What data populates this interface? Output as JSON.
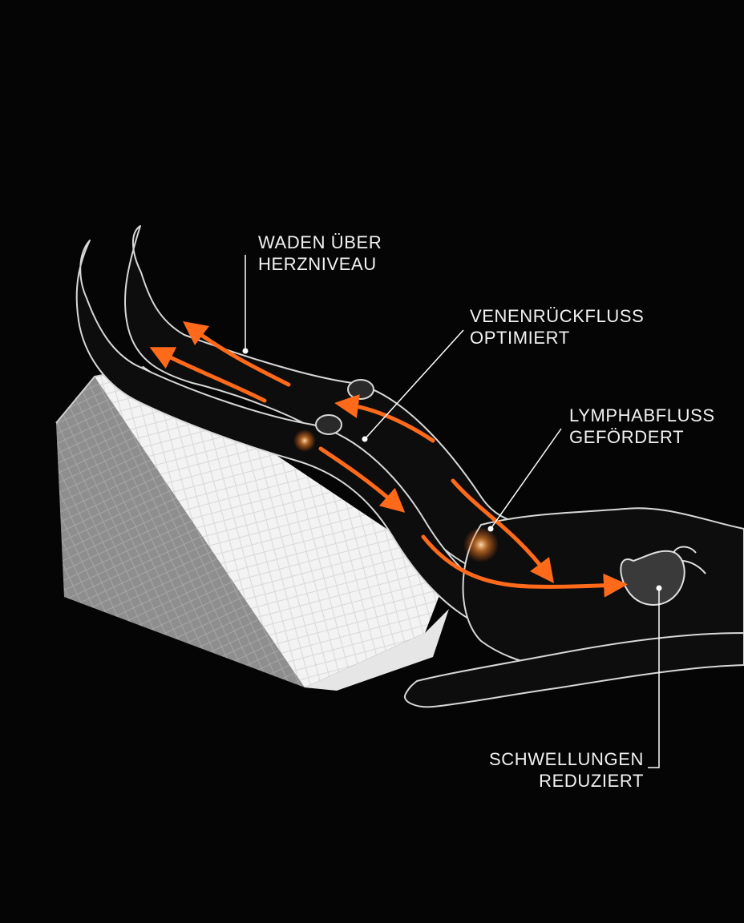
{
  "callouts": [
    {
      "id": "calves",
      "lines": [
        "WADEN ÜBER",
        "HERZNIVEAU"
      ]
    },
    {
      "id": "venous",
      "lines": [
        "VENENRÜCKFLUSS",
        "OPTIMIERT"
      ]
    },
    {
      "id": "lymph",
      "lines": [
        "LYMPHABFLUSS",
        "GEFÖRDERT"
      ]
    },
    {
      "id": "swelling",
      "lines": [
        "SCHWELLUNGEN",
        "REDUZIERT"
      ]
    }
  ],
  "colors": {
    "background": "#050505",
    "text": "#f2f2f2",
    "flow_arrow": "#ff6a1a",
    "pillow_top": "#f4f4f4",
    "pillow_side": "#8d8d8d",
    "body_outline": "#d8d8d8"
  },
  "icons": [
    "leg-wedge-pillow",
    "human-body-xray",
    "heart-icon",
    "flow-arrow-icon"
  ]
}
